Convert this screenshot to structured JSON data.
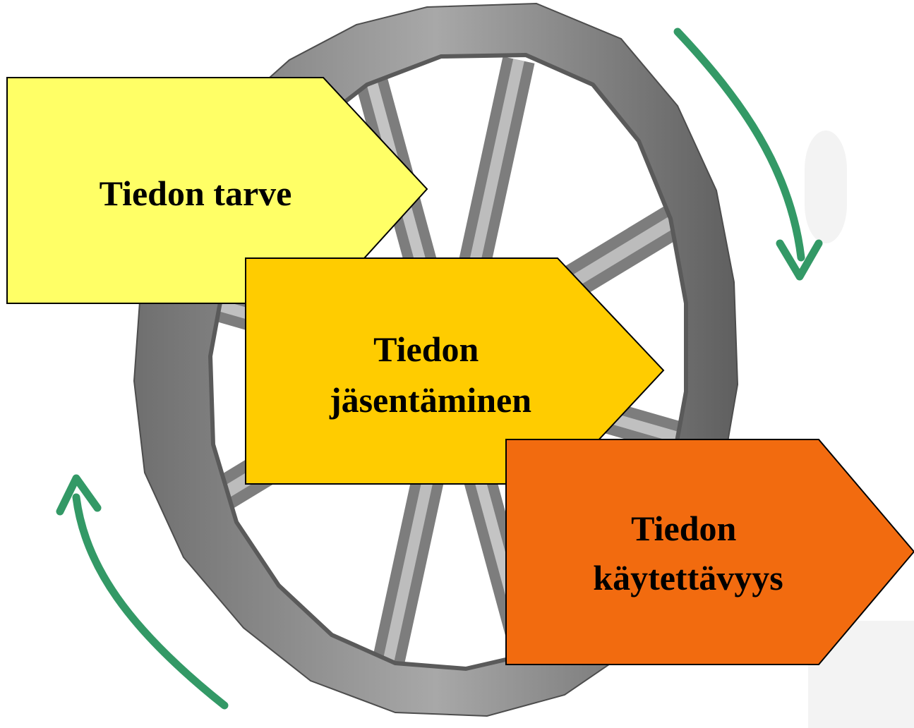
{
  "diagram": {
    "steps": [
      {
        "lines": [
          "Tiedon tarve"
        ],
        "fill": "#FFFF66"
      },
      {
        "lines": [
          "Tiedon",
          "jäsentäminen"
        ],
        "fill": "#FFCC00"
      },
      {
        "lines": [
          "Tiedon",
          "käytettävyys"
        ],
        "fill": "#F26B0F"
      }
    ],
    "cycle_arrow_color": "#339966",
    "wheel_color": "#8C8C8C"
  }
}
